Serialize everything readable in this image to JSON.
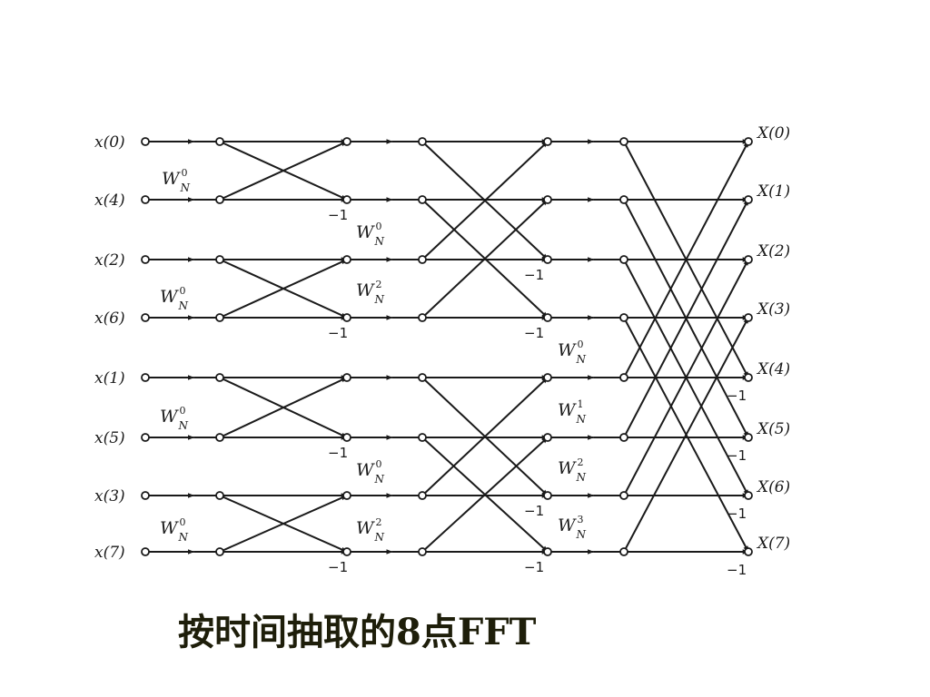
{
  "inputs": [
    "x(0)",
    "x(4)",
    "x(2)",
    "x(6)",
    "x(1)",
    "x(5)",
    "x(3)",
    "x(7)"
  ],
  "outputs": [
    "X(0)",
    "X(1)",
    "X(2)",
    "X(3)",
    "X(4)",
    "X(5)",
    "X(6)",
    "X(7)"
  ],
  "neg_one": "−1",
  "twiddle": {
    "base": "W",
    "subscript": "N"
  },
  "stage1_twiddles": [
    "0",
    "0",
    "0",
    "0"
  ],
  "stage2_twiddles": [
    "0",
    "2",
    "0",
    "2"
  ],
  "stage3_twiddles": [
    "0",
    "1",
    "2",
    "3"
  ],
  "caption": "按时间抽取的8点FFT"
}
